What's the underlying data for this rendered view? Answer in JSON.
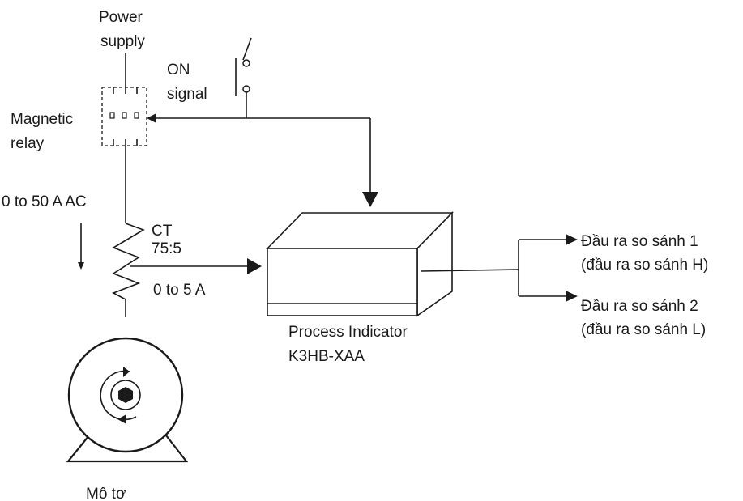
{
  "labels": {
    "power_supply_line1": "Power",
    "power_supply_line2": "supply",
    "on_signal_line1": "ON",
    "on_signal_line2": "signal",
    "magnetic_relay_line1": "Magnetic",
    "magnetic_relay_line2": "relay",
    "current_range": "0 to 50 A AC",
    "ct_line1": "CT",
    "ct_line2": "75:5",
    "ct_output": "0 to 5 A",
    "indicator_line1": "Process Indicator",
    "indicator_line2": "K3HB-XAA",
    "output1_line1": "Đầu ra so sánh 1",
    "output1_line2": "(đầu ra so sánh H)",
    "output2_line1": "Đầu ra so sánh 2",
    "output2_line2": "(đầu ra so sánh L)",
    "motor": "Mô tơ"
  }
}
